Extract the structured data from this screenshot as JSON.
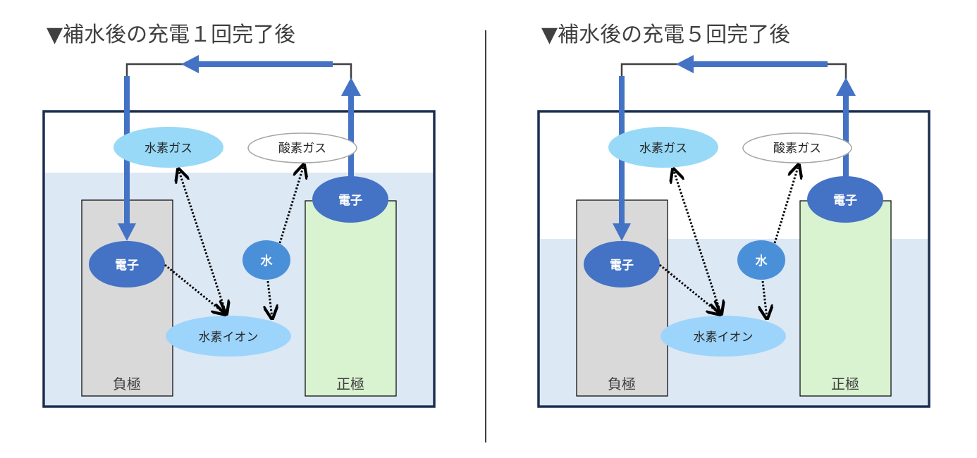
{
  "colors": {
    "tank_border": "#1b2e50",
    "water": "#dde8f5",
    "negative_electrode": "#d9d9d9",
    "positive_electrode": "#d9f2d0",
    "electron": "#4472c4",
    "water_molecule": "#4a90d9",
    "hydrogen_gas": "#97d9f7",
    "hydrogen_ion": "#9dd4fb",
    "oxygen_gas_fill": "#ffffff",
    "oxygen_gas_stroke": "#a6a6a6",
    "wire": "#404040",
    "arrow": "#4472c4",
    "title_text": "#404040"
  },
  "panels": [
    {
      "id": "after-1-charge",
      "title": "▼補水後の充電１回完了後",
      "water_level": "high",
      "labels": {
        "hydrogen_gas": "水素ガス",
        "oxygen_gas": "酸素ガス",
        "electron_negative": "電子",
        "electron_positive": "電子",
        "water": "水",
        "hydrogen_ion": "水素イオン",
        "negative_electrode": "負極",
        "positive_electrode": "正極"
      }
    },
    {
      "id": "after-5-charges",
      "title": "▼補水後の充電５回完了後",
      "water_level": "low",
      "labels": {
        "hydrogen_gas": "水素ガス",
        "oxygen_gas": "酸素ガス",
        "electron_negative": "電子",
        "electron_positive": "電子",
        "water": "水",
        "hydrogen_ion": "水素イオン",
        "negative_electrode": "負極",
        "positive_electrode": "正極"
      }
    }
  ]
}
